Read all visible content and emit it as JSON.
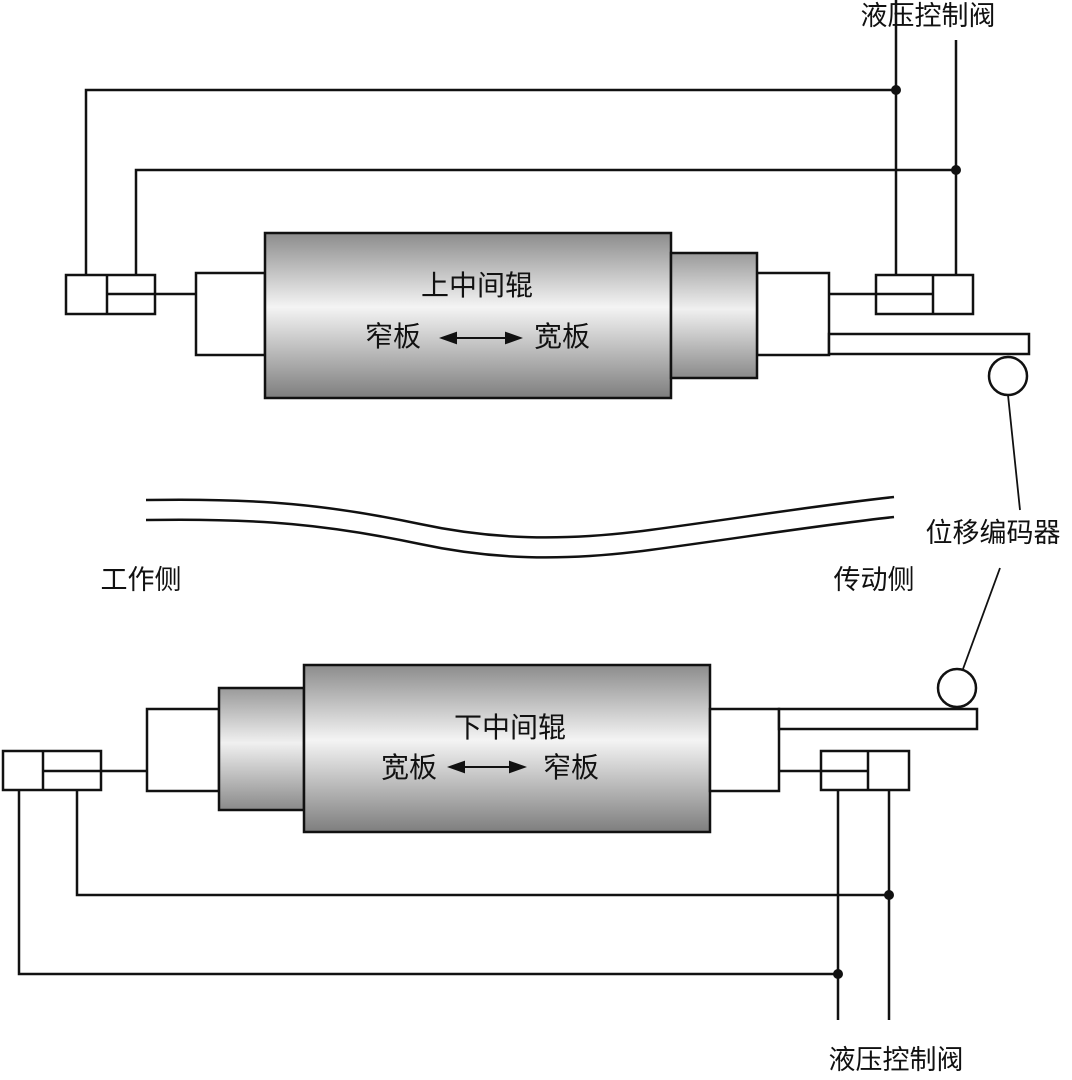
{
  "colors": {
    "line": "#111111",
    "roll_light": "#f4f4f4",
    "roll_dark": "#8a8a8a",
    "background": "#ffffff"
  },
  "labels": {
    "valve_top": "液压控制阀",
    "valve_bottom": "液压控制阀",
    "encoder": "位移编码器",
    "work_side": "工作侧",
    "drive_side": "传动侧"
  },
  "upper_roll": {
    "title": "上中间辊",
    "left_text": "窄板",
    "right_text": "宽板"
  },
  "lower_roll": {
    "title": "下中间辊",
    "left_text": "宽板",
    "right_text": "窄板"
  }
}
